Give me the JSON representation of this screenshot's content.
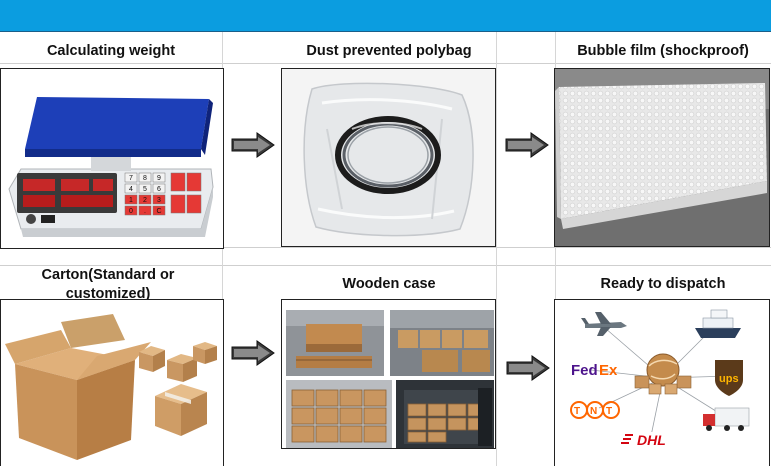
{
  "steps": [
    {
      "title": "Calculating weight"
    },
    {
      "title": "Dust prevented polybag"
    },
    {
      "title": "Bubble film (shockproof)"
    },
    {
      "title": "Carton(Standard or customized)"
    },
    {
      "title": "Wooden case"
    },
    {
      "title": "Ready to dispatch"
    }
  ],
  "scale_display": {
    "keys": [
      "7",
      "8",
      "9",
      "4",
      "5",
      "6",
      "1",
      "2",
      "3",
      "0",
      ".",
      "C"
    ]
  },
  "carriers": {
    "fedex": "FedEx",
    "ups": "ups",
    "tnt": "TNT",
    "dhl": "DHL"
  },
  "colors": {
    "header_blue": "#0b9de0",
    "scale_blue": "#1d3fb8",
    "carton_brown": "#c9935a",
    "fedex_purple": "#4d148c",
    "fedex_orange": "#ff6600",
    "dhl_red": "#d40511",
    "dhl_yellow": "#ffcc00",
    "ups_brown": "#5b3a1a"
  }
}
